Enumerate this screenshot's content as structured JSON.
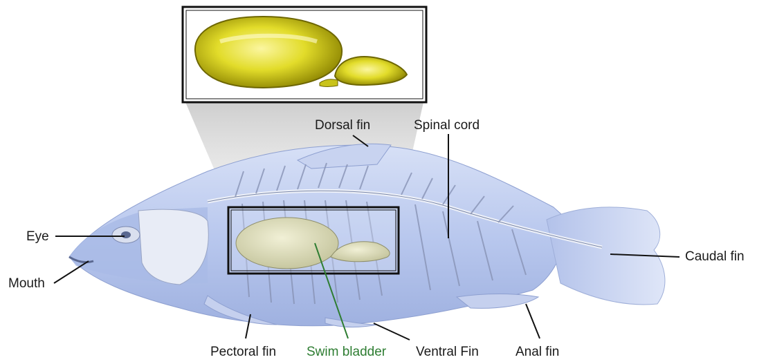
{
  "labels": {
    "dorsal_fin": "Dorsal fin",
    "spinal_cord": "Spinal cord",
    "eye": "Eye",
    "mouth": "Mouth",
    "caudal_fin": "Caudal fin",
    "pectoral_fin": "Pectoral fin",
    "swim_bladder": "Swim bladder",
    "ventral_fin": "Ventral Fin",
    "anal_fin": "Anal fin"
  },
  "colors": {
    "swim_bladder_label": "#2e7d32",
    "inset_bladder": "#d8d41a",
    "fish_body": "#b9c8ee"
  }
}
